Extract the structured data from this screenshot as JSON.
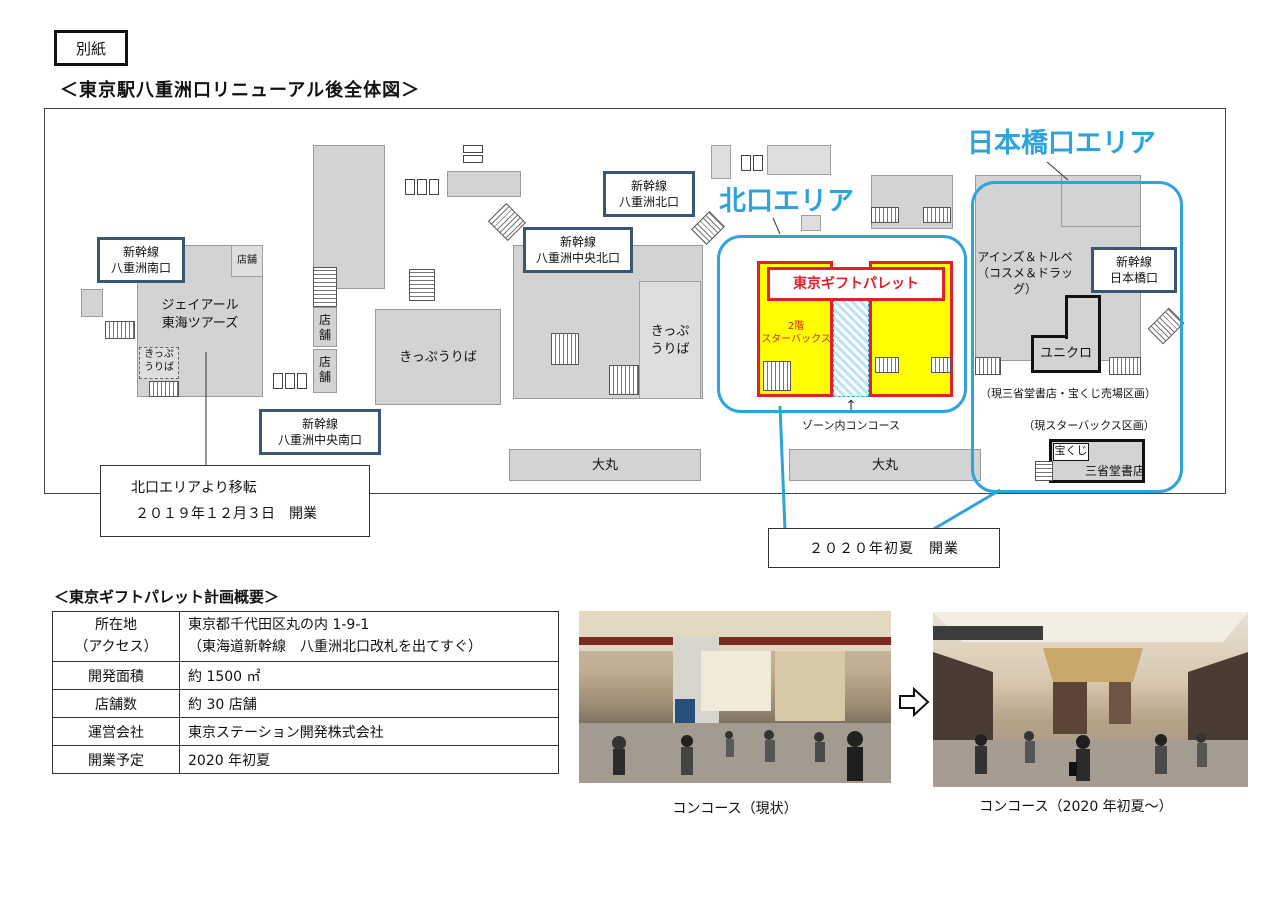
{
  "header": {
    "tag": "別紙",
    "title": "＜東京駅八重洲口リニューアル後全体図＞"
  },
  "map": {
    "area_north": "北口エリア",
    "area_nihonbashi": "日本橋口エリア",
    "sign_minami": [
      "新幹線",
      "八重洲南口"
    ],
    "sign_chuo_minami": [
      "新幹線",
      "八重洲中央南口"
    ],
    "sign_chuo_kita": [
      "新幹線",
      "八重洲中央北口"
    ],
    "sign_kita": [
      "新幹線",
      "八重洲北口"
    ],
    "sign_nihonbashi": [
      "新幹線",
      "日本橋口"
    ],
    "jr_tokai_tours": [
      "ジェイアール",
      "東海ツアーズ"
    ],
    "shop_small": "店舗",
    "shop_vertical_1": [
      "店",
      "舗"
    ],
    "shop_vertical_2": [
      "店",
      "舗"
    ],
    "kippu_small": [
      "きっぷ",
      "うりば"
    ],
    "kippu_center": "きっぷうりば",
    "kippu_right": [
      "きっぷ",
      "うりば"
    ],
    "gift_palette": "東京ギフトパレット",
    "starbucks_2f": [
      "2階",
      "スターバックス"
    ],
    "zone_concourse": "ゾーン内コンコース",
    "ains_tolpe": [
      "アインズ＆トルペ",
      "（コスメ＆ドラッグ）"
    ],
    "uniqlo": "ユニクロ",
    "current_sanseido": "（現三省堂書店・宝くじ売場区画）",
    "current_starbucks": "（現スターバックス区画）",
    "takarakuji": "宝くじ",
    "sanseido": "三省堂書店",
    "daimaru_1": "大丸",
    "daimaru_2": "大丸",
    "callout_move": [
      "北口エリアより移転",
      "２０１９年１２月３日　開業"
    ],
    "callout_open": "２０２０年初夏　開業"
  },
  "summary": {
    "title": "＜東京ギフトパレット計画概要＞",
    "rows": [
      {
        "key": [
          "所在地",
          "（アクセス）"
        ],
        "value": [
          "東京都千代田区丸の内 1-9-1",
          "（東海道新幹線　八重洲北口改札を出てすぐ）"
        ]
      },
      {
        "key": [
          "開発面積"
        ],
        "value": [
          "約 1500 ㎡"
        ]
      },
      {
        "key": [
          "店舗数"
        ],
        "value": [
          "約 30 店舗"
        ]
      },
      {
        "key": [
          "運営会社"
        ],
        "value": [
          "東京ステーション開発株式会社"
        ]
      },
      {
        "key": [
          "開業予定"
        ],
        "value": [
          "2020 年初夏"
        ]
      }
    ]
  },
  "photos": {
    "current_caption": "コンコース（現状）",
    "future_caption": "コンコース（2020 年初夏～）"
  },
  "colors": {
    "cyan": "#2ea3dc",
    "navy": "#3a5675",
    "red": "#e0202a",
    "yellow": "#ffff00"
  }
}
